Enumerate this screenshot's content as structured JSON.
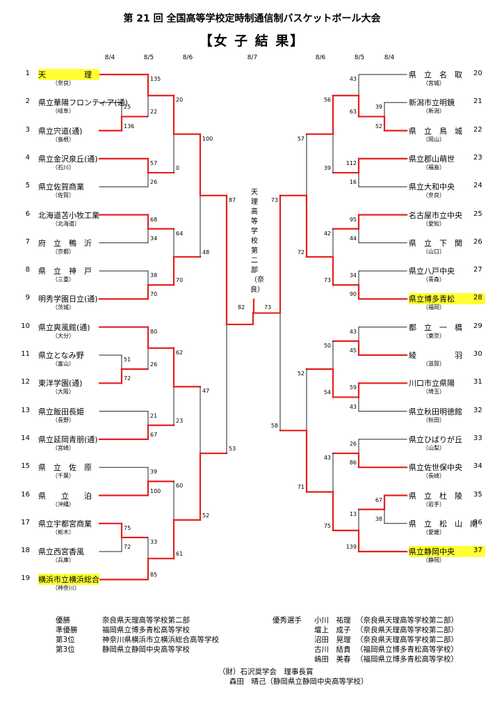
{
  "title": "第 21 回 全国高等学校定時制通信制バスケットボール大会",
  "subtitle": "【女 子 結 果】",
  "dates_left": [
    "8/4",
    "8/5",
    "8/6",
    "8/7"
  ],
  "dates_right": [
    "8/6",
    "8/5",
    "8/4"
  ],
  "left_teams": [
    {
      "num": "1",
      "name": "天　　　　　理",
      "pref": "（奈良）",
      "hl": true
    },
    {
      "num": "2",
      "name": "県立華陽フロンティア(通)",
      "pref": "（岐阜）"
    },
    {
      "num": "3",
      "name": "県立宍道(通)",
      "pref": "（島根）"
    },
    {
      "num": "4",
      "name": "県立金沢泉丘(通)",
      "pref": "（石川）"
    },
    {
      "num": "5",
      "name": "県立佐賀商業",
      "pref": "（佐賀）"
    },
    {
      "num": "6",
      "name": "北海道苫小牧工業",
      "pref": "（北海道）"
    },
    {
      "num": "7",
      "name": "府　立　鴨　沂",
      "pref": "（京都）"
    },
    {
      "num": "8",
      "name": "県　立　神　戸",
      "pref": "（三重）"
    },
    {
      "num": "9",
      "name": "明秀学園日立(通)",
      "pref": "（茨城）"
    },
    {
      "num": "10",
      "name": "県立爽風館(通)",
      "pref": "（大分）"
    },
    {
      "num": "11",
      "name": "県立となみ野",
      "pref": "（富山）"
    },
    {
      "num": "12",
      "name": "東洋学園(通)",
      "pref": "（大阪）"
    },
    {
      "num": "13",
      "name": "県立飯田長姫",
      "pref": "（長野）"
    },
    {
      "num": "14",
      "name": "県立延岡青朋(通)",
      "pref": "（宮崎）"
    },
    {
      "num": "15",
      "name": "県　立　佐　原",
      "pref": "（千葉）"
    },
    {
      "num": "16",
      "name": "県　　立　　泊",
      "pref": "（沖縄）"
    },
    {
      "num": "17",
      "name": "県立宇都宮商業",
      "pref": "（栃木）"
    },
    {
      "num": "18",
      "name": "県立西宮香風",
      "pref": "（兵庫）"
    },
    {
      "num": "19",
      "name": "横浜市立横浜総合",
      "pref": "（神奈川）",
      "hl": true
    }
  ],
  "right_teams": [
    {
      "num": "20",
      "name": "県　立　名　取",
      "pref": "（宮城）"
    },
    {
      "num": "21",
      "name": "新潟市立明鏡",
      "pref": "（新潟）"
    },
    {
      "num": "22",
      "name": "県　立　鳥　城",
      "pref": "（岡山）"
    },
    {
      "num": "23",
      "name": "県立郡山萌世",
      "pref": "（福島）"
    },
    {
      "num": "24",
      "name": "県立大和中央",
      "pref": "（奈良）"
    },
    {
      "num": "25",
      "name": "名古屋市立中央",
      "pref": "（愛知）"
    },
    {
      "num": "26",
      "name": "県　立　下　関",
      "pref": "（山口）"
    },
    {
      "num": "27",
      "name": "県立八戸中央",
      "pref": "（青森）"
    },
    {
      "num": "28",
      "name": "県立博多青松",
      "pref": "（福岡）",
      "hl": true
    },
    {
      "num": "29",
      "name": "都　立　一　橋",
      "pref": "（東京）"
    },
    {
      "num": "30",
      "name": "綾　　　　　羽",
      "pref": "（滋賀）"
    },
    {
      "num": "31",
      "name": "川口市立県陽",
      "pref": "（埼玉）"
    },
    {
      "num": "32",
      "name": "県立秋田明徳館",
      "pref": "（秋田）"
    },
    {
      "num": "33",
      "name": "県立ひばりが丘",
      "pref": "（山梨）"
    },
    {
      "num": "34",
      "name": "県立佐世保中央",
      "pref": "（長崎）"
    },
    {
      "num": "35",
      "name": "県　立　杜　陵",
      "pref": "（岩手）"
    },
    {
      "num": "36",
      "name": "県　立　松　山　南",
      "pref": "（愛媛）"
    },
    {
      "num": "37",
      "name": "県立静岡中央",
      "pref": "（静岡）",
      "hl": true
    }
  ],
  "scores": {
    "l_2_3": [
      "25",
      "136"
    ],
    "l_1_w": [
      "135",
      "22"
    ],
    "l_4_5": [
      "57",
      "26"
    ],
    "l_6_7": [
      "68",
      "34"
    ],
    "l_8_9": [
      "38",
      "70"
    ],
    "l_11_12": [
      "51",
      "72"
    ],
    "l_10_w": [
      "80",
      "26"
    ],
    "l_13_14": [
      "21",
      "67"
    ],
    "l_15_16": [
      "39",
      "100"
    ],
    "l_17_18": [
      "75",
      "72"
    ],
    "l_w_19": [
      "33",
      "85"
    ],
    "l_r2_a": [
      "20",
      "0"
    ],
    "l_r2_b": [
      "64",
      "70"
    ],
    "l_r2_c": [
      "62",
      "23"
    ],
    "l_r2_d": [
      "60",
      "61"
    ],
    "l_r3_a": [
      "100",
      "48"
    ],
    "l_r3_b": [
      "47",
      "52"
    ],
    "l_r4": [
      "87",
      "53"
    ],
    "r_20_w": [
      "43",
      "63"
    ],
    "r_21_22": [
      "39",
      "52"
    ],
    "r_23_24": [
      "112",
      "16"
    ],
    "r_25_26": [
      "95",
      "44"
    ],
    "r_27_28": [
      "34",
      "90"
    ],
    "r_29_30": [
      "43",
      "45"
    ],
    "r_31_32": [
      "59",
      "43"
    ],
    "r_33_34": [
      "26",
      "86"
    ],
    "r_35_36": [
      "67",
      "38"
    ],
    "r_w_37": [
      "13",
      "139"
    ],
    "r_r2_a": [
      "56",
      "39"
    ],
    "r_r2_b": [
      "42",
      "73"
    ],
    "r_r2_c": [
      "50",
      "54"
    ],
    "r_r2_d": [
      "43",
      "75"
    ],
    "r_r3_a": [
      "57",
      "72"
    ],
    "r_r3_b": [
      "52",
      "71"
    ],
    "r_r4": [
      "73",
      "58"
    ],
    "final": [
      "82",
      "73"
    ]
  },
  "winner_vertical": "天理高等学校第二部（奈良）",
  "results": [
    {
      "label": "優勝",
      "school": "奈良県天理高等学校第二部"
    },
    {
      "label": "準優勝",
      "school": "福岡県立博多青松高等学校"
    },
    {
      "label": "第3位",
      "school": "神奈川県横浜市立横浜総合高等学校"
    },
    {
      "label": "第3位",
      "school": "静岡県立静岡中央高等学校"
    }
  ],
  "mvp_label": "優秀選手",
  "mvp": [
    {
      "name": "小川　祐理",
      "school": "（奈良県天理高等学校第二部）"
    },
    {
      "name": "壇上　成子",
      "school": "（奈良県天理高等学校第二部）"
    },
    {
      "name": "沼田　晃理",
      "school": "（奈良県天理高等学校第二部）"
    },
    {
      "name": "古川　結貴",
      "school": "（福岡県立博多青松高等学校）"
    },
    {
      "name": "嶋田　美春",
      "school": "（福岡県立博多青松高等学校）"
    }
  ],
  "award_label": "（財）石沢奨学会　理事長賞",
  "award_person": "森田　晴己（静岡県立静岡中央高等学校）",
  "colors": {
    "win": "#e61e1e",
    "lose": "#222222",
    "highlight": "#ffff33"
  }
}
